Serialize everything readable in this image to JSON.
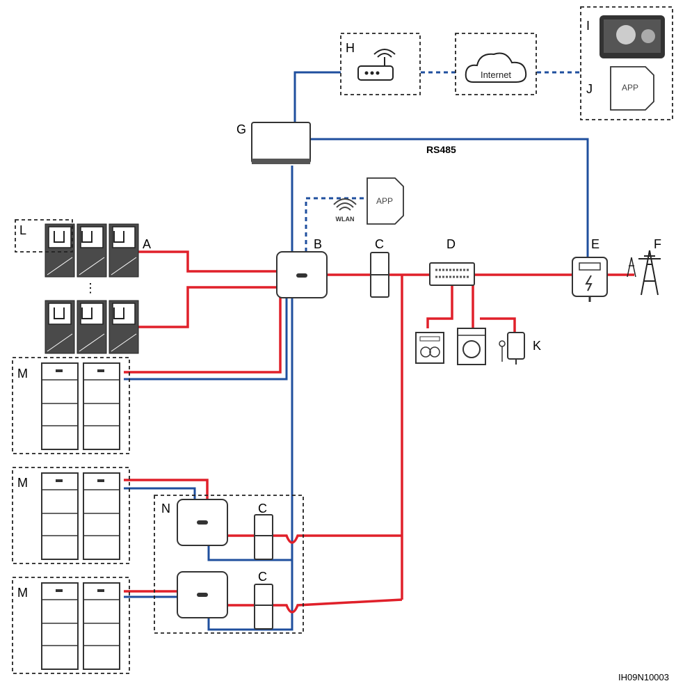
{
  "labels": {
    "A": "A",
    "B": "B",
    "C_main": "C",
    "C_n1": "C",
    "C_n2": "C",
    "D": "D",
    "E": "E",
    "F": "F",
    "G": "G",
    "H": "H",
    "I": "I",
    "J": "J",
    "K": "K",
    "L": "L",
    "M1": "M",
    "M2": "M",
    "M3": "M",
    "N": "N"
  },
  "texts": {
    "rs485": "RS485",
    "wlan": "WLAN",
    "app_top": "APP",
    "app_cloud": "APP",
    "internet": "Internet",
    "figure_id": "IH09N10003",
    "ellipsis": "⋮"
  },
  "colors": {
    "power_line": "#e0202a",
    "comm_line": "#1f4f9e",
    "device_outline": "#333333"
  },
  "icons": [
    "router-icon",
    "cloud-icon",
    "app-icon",
    "monitor-icon",
    "wifi-icon",
    "inverter-icon",
    "breaker-icon",
    "distribution-box-icon",
    "meter-icon",
    "grid-tower-icon",
    "dishwasher-icon",
    "washing-machine-icon",
    "water-heater-icon",
    "battery-icon",
    "pv-module-icon",
    "optimizer-icon",
    "smart-dongle-icon"
  ]
}
